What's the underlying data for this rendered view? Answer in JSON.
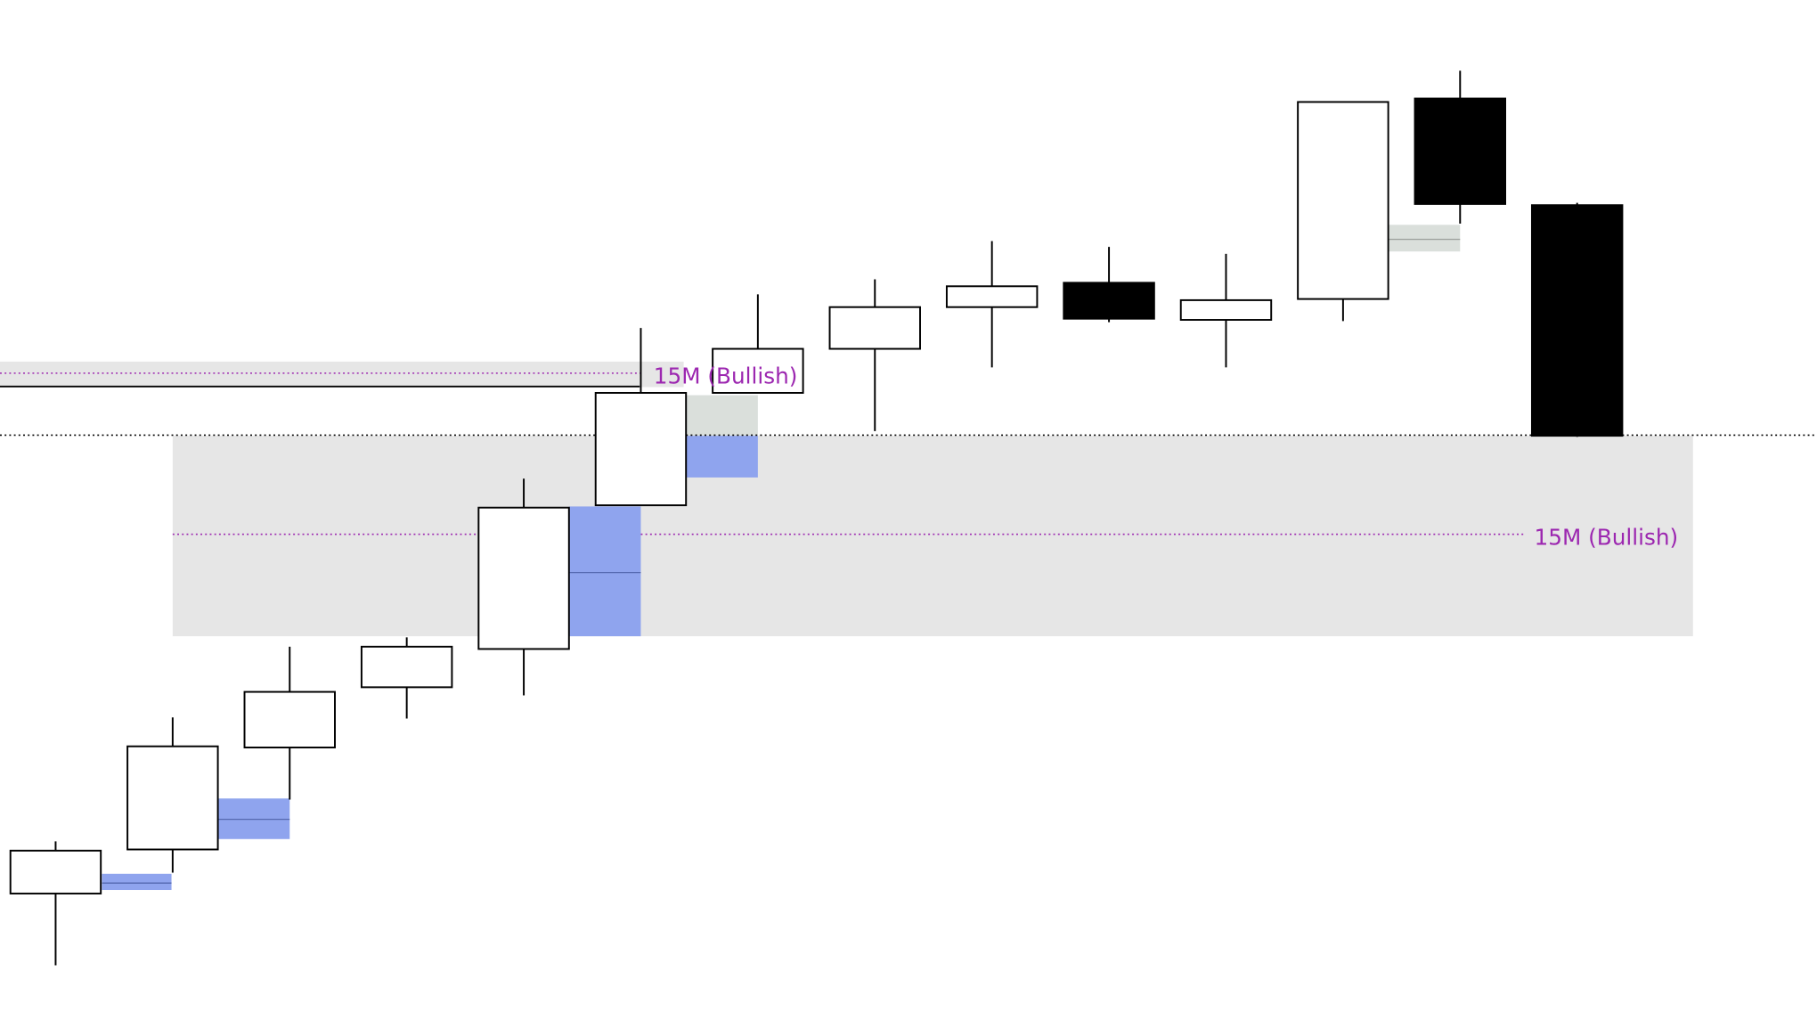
{
  "chart_data": {
    "type": "candlestick",
    "title": "",
    "xlabel": "",
    "ylabel": "",
    "grid": false,
    "ylim": [
      100,
      1000
    ],
    "candles": [
      {
        "o": 229,
        "h": 274,
        "l": 167,
        "c": 266
      },
      {
        "o": 267,
        "h": 381,
        "l": 247,
        "c": 356
      },
      {
        "o": 355,
        "h": 442,
        "l": 310,
        "c": 403
      },
      {
        "o": 407,
        "h": 450,
        "l": 380,
        "c": 442
      },
      {
        "o": 440,
        "h": 587,
        "l": 400,
        "c": 562
      },
      {
        "o": 564,
        "h": 717,
        "l": 564,
        "c": 661
      },
      {
        "o": 661,
        "h": 746,
        "l": 661,
        "c": 699
      },
      {
        "o": 699,
        "h": 759,
        "l": 628,
        "c": 735
      },
      {
        "o": 735,
        "h": 792,
        "l": 683,
        "c": 753
      },
      {
        "o": 756,
        "h": 787,
        "l": 722,
        "c": 725
      },
      {
        "o": 724,
        "h": 781,
        "l": 683,
        "c": 741
      },
      {
        "o": 742,
        "h": 912,
        "l": 723,
        "c": 912
      },
      {
        "o": 915,
        "h": 939,
        "l": 807,
        "c": 824
      },
      {
        "o": 823,
        "h": 825,
        "l": 623,
        "c": 624
      }
    ],
    "zones": [
      {
        "label": "15M (Bullish)",
        "top": 688,
        "bottom": 666,
        "mid": 678
      },
      {
        "label": "15M (Bullish)",
        "top": 624,
        "bottom": 451,
        "mid": 539
      }
    ],
    "levels": {
      "solid_line": 667,
      "dotted_line": 625
    },
    "colors": {
      "bull": "#ffffff",
      "bear": "#000000",
      "zone": "#e6e6e6",
      "fvg_bull": "#8fa4ee",
      "fvg_neutral": "#dadfdb",
      "label": "#9c27b0"
    }
  }
}
